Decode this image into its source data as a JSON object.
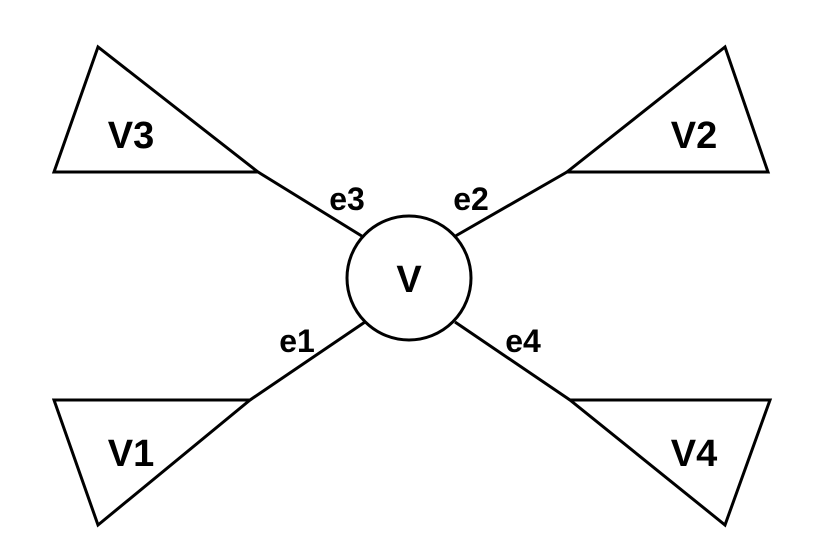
{
  "diagram": {
    "center_node": {
      "label": "V"
    },
    "subtrees": [
      {
        "label": "V1"
      },
      {
        "label": "V2"
      },
      {
        "label": "V3"
      },
      {
        "label": "V4"
      }
    ],
    "edges": [
      {
        "label": "e1",
        "connects": [
          "V",
          "V1"
        ]
      },
      {
        "label": "e2",
        "connects": [
          "V",
          "V2"
        ]
      },
      {
        "label": "e3",
        "connects": [
          "V",
          "V3"
        ]
      },
      {
        "label": "e4",
        "connects": [
          "V",
          "V4"
        ]
      }
    ]
  }
}
